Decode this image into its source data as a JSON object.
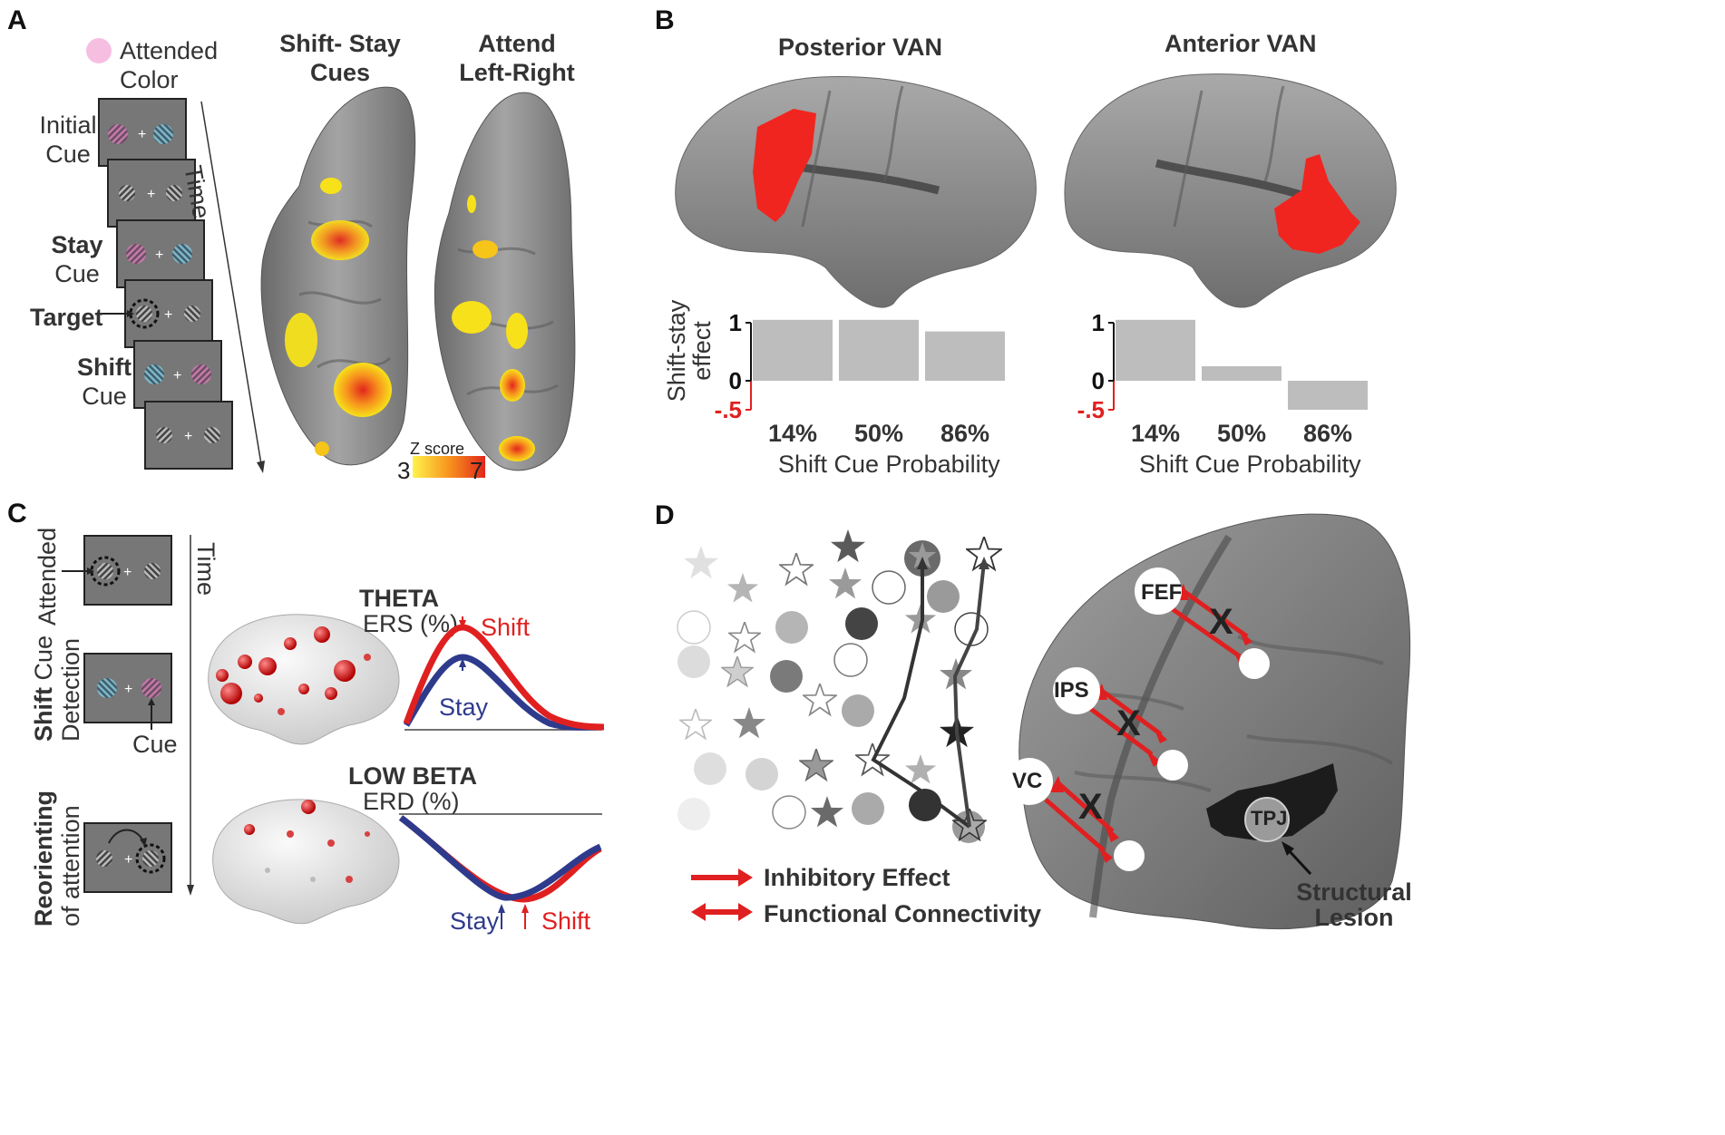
{
  "panelA": {
    "letter": "A",
    "attended_color_line1": "Attended",
    "attended_color_line2": "Color",
    "initial_cue_line1": "Initial",
    "initial_cue_line2": "Cue",
    "stay_cue_line1": "Stay",
    "stay_cue_line2": "Cue",
    "target_label": "Target",
    "shift_cue_line1": "Shift",
    "shift_cue_line2": "Cue",
    "time_label": "Time",
    "brain1_title_line1": "Shift- Stay",
    "brain1_title_line2": "Cues",
    "brain2_title_line1": "Attend",
    "brain2_title_line2": "Left-Right",
    "colorbar_title": "Z score",
    "colorbar_min": "3",
    "colorbar_max": "7"
  },
  "panelB": {
    "letter": "B",
    "title_left": "Posterior VAN",
    "title_right": "Anterior VAN",
    "ylabel_line1": "Shift-stay",
    "ylabel_line2": "effect",
    "xlabel": "Shift Cue Probability",
    "tick_1": "1",
    "tick_0": "0",
    "tick_neg": "-.5",
    "cat_1": "14%",
    "cat_2": "50%",
    "cat_3": "86%"
  },
  "chart_data": [
    {
      "type": "bar",
      "title": "Posterior VAN",
      "categories": [
        "14%",
        "50%",
        "86%"
      ],
      "values": [
        1.05,
        1.05,
        0.85
      ],
      "xlabel": "Shift Cue Probability",
      "ylabel": "Shift-stay effect",
      "ylim": [
        -0.5,
        1
      ]
    },
    {
      "type": "bar",
      "title": "Anterior VAN",
      "categories": [
        "14%",
        "50%",
        "86%"
      ],
      "values": [
        1.05,
        0.25,
        -0.5
      ],
      "xlabel": "Shift Cue Probability",
      "ylabel": "Shift-stay effect",
      "ylim": [
        -0.5,
        1
      ]
    }
  ],
  "panelC": {
    "letter": "C",
    "time_label": "Time",
    "attended_label": "Attended",
    "shift_word": "Shift",
    "cue_detection_line1": " Cue",
    "cue_detection_line2": "Detection",
    "cue_label": "Cue",
    "reorienting_line1": "Reorienting",
    "reorienting_line2": "of attention",
    "theta_title": "THETA",
    "theta_sub": "ERS (%)",
    "theta_shift": "Shift",
    "theta_stay": "Stay",
    "beta_title": "LOW BETA",
    "beta_sub": "ERD (%)",
    "beta_stay": "Stay",
    "beta_shift": "Shift",
    "shift_color": "#e02020",
    "stay_color": "#2e3a8c"
  },
  "panelD": {
    "letter": "D",
    "legend_inhibitory": "Inhibitory Effect",
    "legend_connectivity": "Functional Connectivity",
    "node_fef": "FEF",
    "node_ips": "IPS",
    "node_vc": "VC",
    "node_tpj": "TPJ",
    "x_mark": "X",
    "lesion_line1": "Structural",
    "lesion_line2": "Lesion",
    "arrow_color": "#e02020"
  }
}
